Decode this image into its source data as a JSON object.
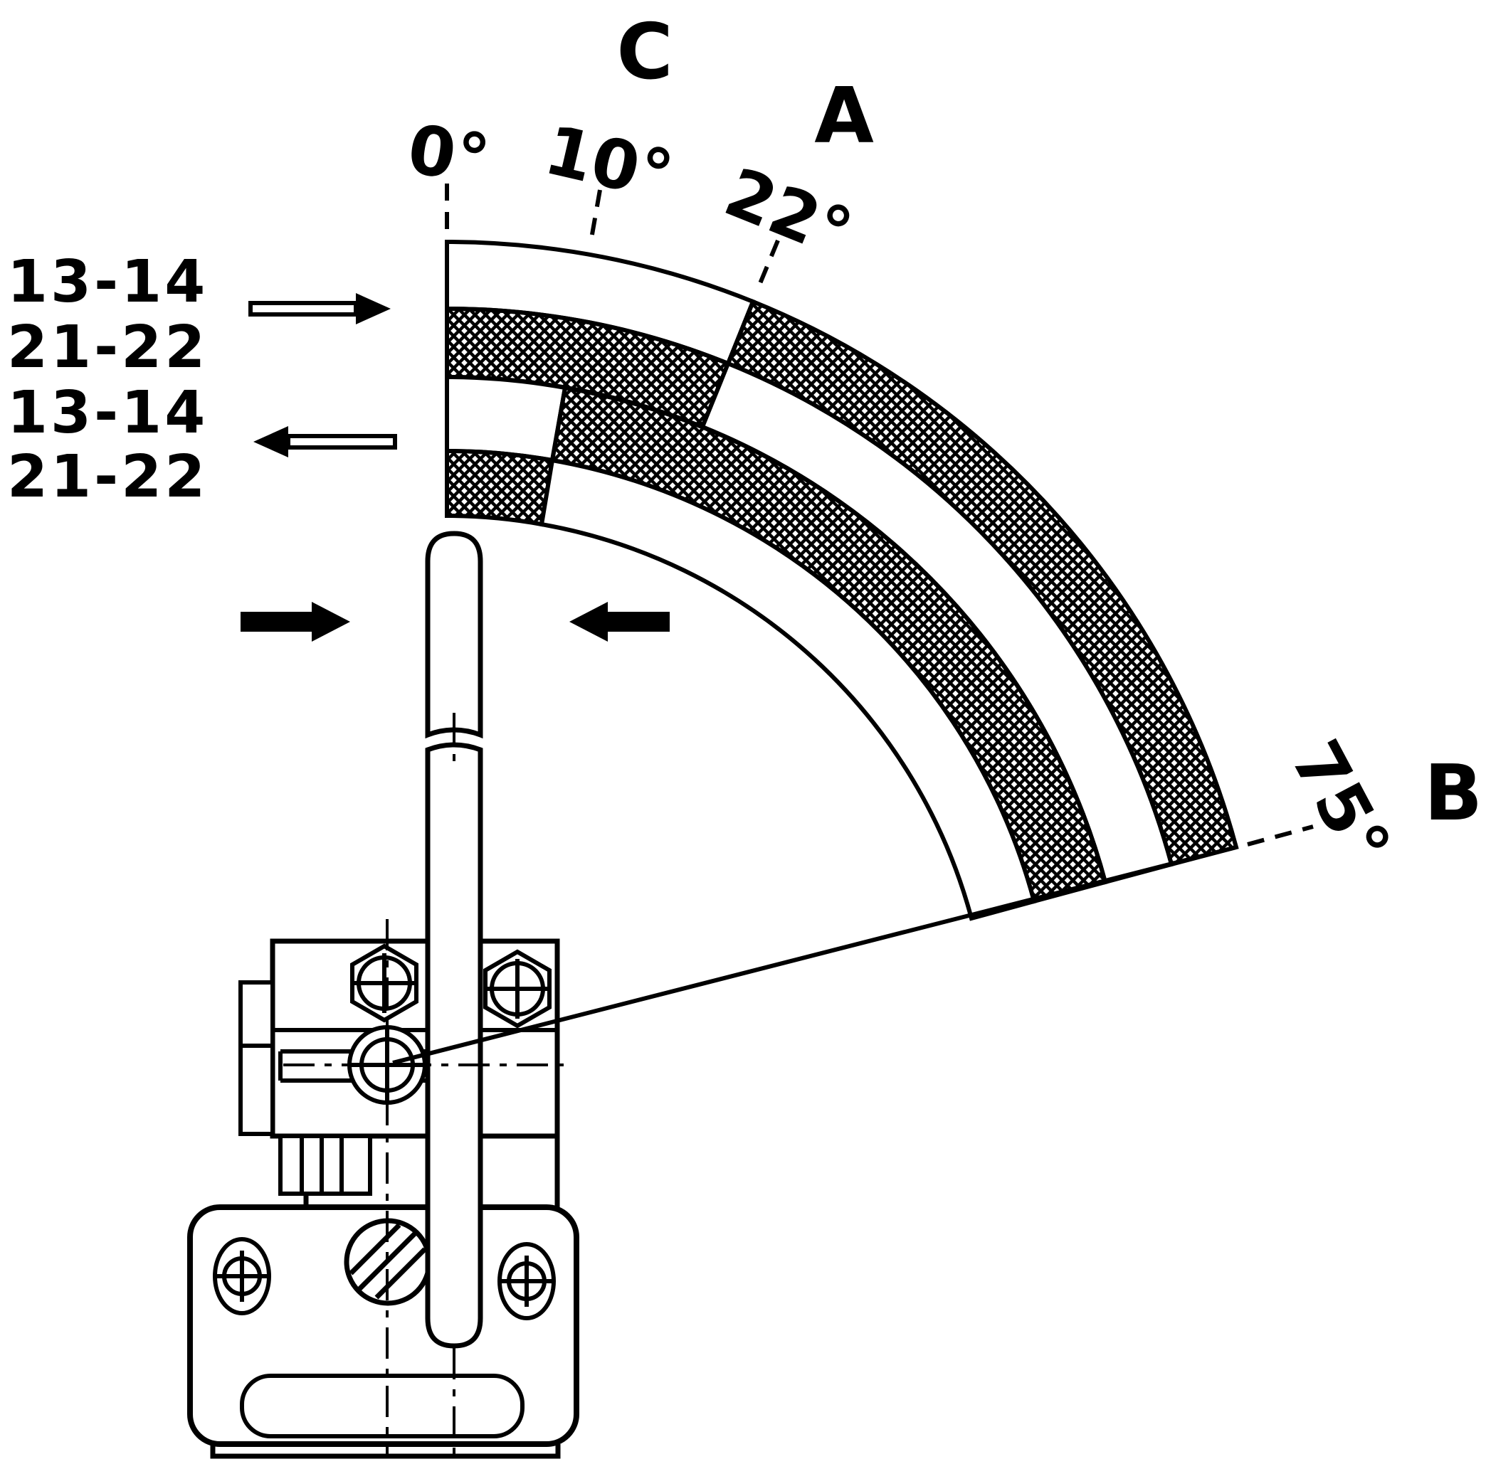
{
  "fan": {
    "zone_labels": {
      "c": "C",
      "a": "A",
      "b": "B"
    },
    "angle_labels": {
      "deg0": "0°",
      "deg10": "10°",
      "deg22": "22°",
      "deg75": "75°"
    },
    "switching_bands": [
      {
        "name": "outer-track-upper",
        "hatched_from": "22°",
        "hatched_to": "75°"
      },
      {
        "name": "outer-track-lower",
        "hatched_from": "0°",
        "hatched_to": "22°"
      },
      {
        "name": "inner-track-upper",
        "hatched_from": "10°",
        "hatched_to": "75°"
      },
      {
        "name": "inner-track-lower",
        "hatched_from": "0°",
        "hatched_to": "10°"
      }
    ]
  },
  "legend": {
    "group_forward": {
      "row1": "13-14",
      "row2": "21-22",
      "arrow_icon": "arrow-right-outline"
    },
    "group_return": {
      "row1": "13-14",
      "row2": "21-22",
      "arrow_icon": "arrow-left-outline"
    },
    "push_arrow_icons": {
      "left": "arrow-right-solid",
      "right": "arrow-left-solid"
    }
  }
}
